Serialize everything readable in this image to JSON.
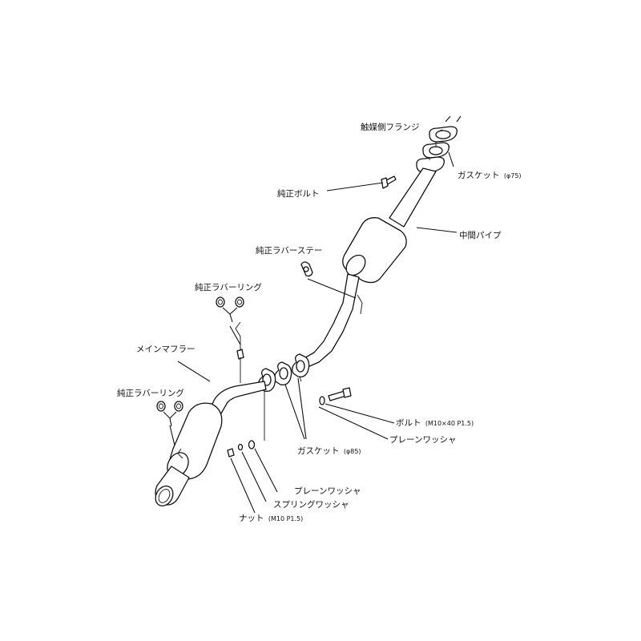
{
  "labels": {
    "cat_flange": "触媒側フランジ",
    "gasket_75": "ガスケット",
    "gasket_75_size": "(φ75)",
    "oem_bolt": "純正ボルト",
    "mid_pipe": "中間パイプ",
    "oem_rubber_stay": "純正ラバーステー",
    "oem_rubber_ring_top": "純正ラバーリング",
    "main_muffler": "メインマフラー",
    "oem_rubber_ring_left": "純正ラバーリング",
    "bolt": "ボルト",
    "bolt_spec": "(M10×40 P1.5)",
    "plain_washer_right": "プレーンワッシャ",
    "gasket_85": "ガスケット",
    "gasket_85_size": "(φ85)",
    "plain_washer_bottom": "プレーンワッシャ",
    "spring_washer": "スプリングワッシャ",
    "nut": "ナット",
    "nut_spec": "(M10 P1.5)"
  },
  "colors": {
    "ink": "#111111",
    "background": "#ffffff"
  }
}
